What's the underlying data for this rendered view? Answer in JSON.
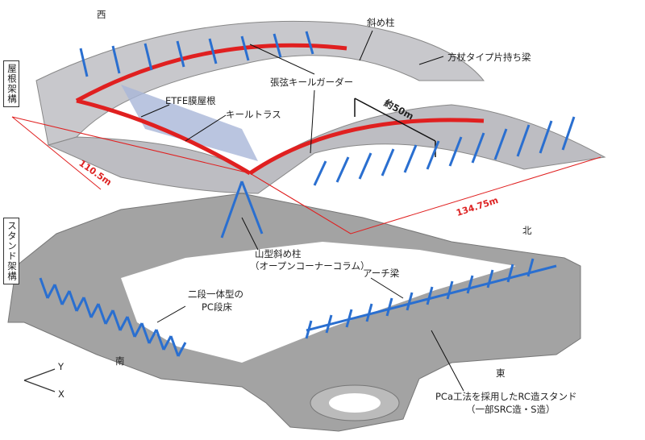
{
  "labels": {
    "west": "西",
    "north": "北",
    "south": "南",
    "east": "東",
    "roof_frame": "屋根架構",
    "stand_frame": "スタンド架構",
    "diagonal_column": "斜め柱",
    "cantilever_beam": "方杖タイプ片持ち梁",
    "keel_girder": "張弦キールガーダー",
    "etfe_roof": "ETFE膜屋根",
    "keel_truss": "キールトラス",
    "approx_50m": "約50m",
    "dim_110": "110.5m",
    "dim_134": "134.75m",
    "mountain_column": "山型斜め柱",
    "open_corner_column": "（オープンコーナーコラム）",
    "arch_beam": "アーチ梁",
    "pc_floor_1": "二段一体型の",
    "pc_floor_2": "PC段床",
    "rc_stand_1": "PCa工法を採用したRC造スタンド",
    "rc_stand_2": "（一部SRC造・S造）",
    "axis_y": "Y",
    "axis_x": "X"
  },
  "colors": {
    "steel_blue": "#2a6fd0",
    "keel_red": "#e02020",
    "structure_gray": "#9a9a9a"
  }
}
